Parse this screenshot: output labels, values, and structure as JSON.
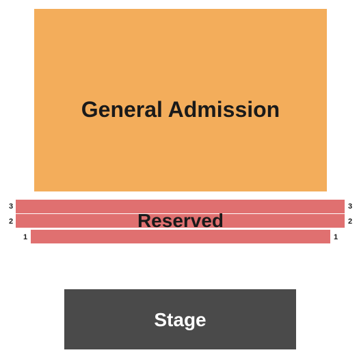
{
  "sections": {
    "general_admission": {
      "label": "General Admission",
      "color": "#f3ad5b"
    },
    "reserved": {
      "label": "Reserved",
      "color": "#e07070",
      "rows": [
        {
          "number": "3"
        },
        {
          "number": "2"
        },
        {
          "number": "1"
        }
      ]
    },
    "stage": {
      "label": "Stage",
      "color": "#4a4a4a"
    }
  }
}
